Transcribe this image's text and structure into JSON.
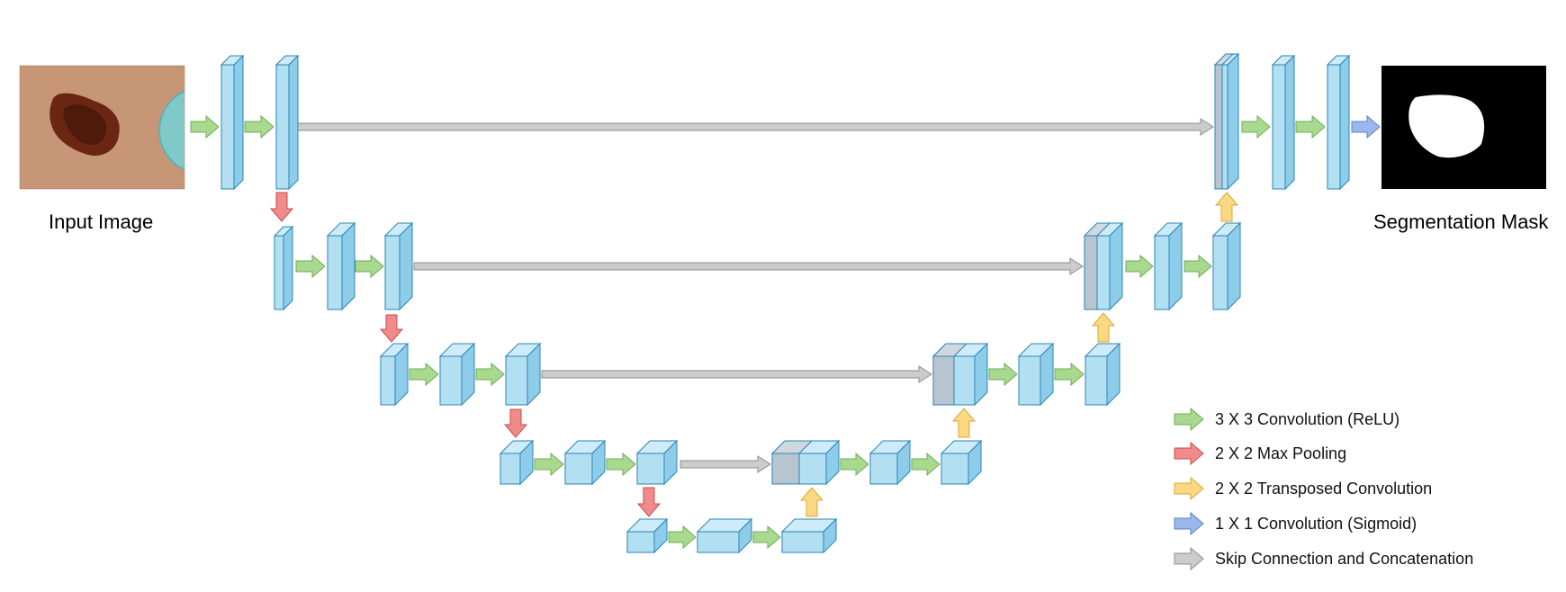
{
  "labels": {
    "input": "Input Image",
    "output": "Segmentation Mask"
  },
  "colors": {
    "block_front": "#b3dff3",
    "block_side": "#8ecde9",
    "block_top": "#cdebf8",
    "block_stroke": "#2a86b6",
    "concat_front": "#b8c5d0",
    "concat_top": "#cfd8df",
    "conv_relu": "#a9d88f",
    "max_pool": "#f08b8b",
    "transposed": "#fdd882",
    "conv_sigmoid": "#9bb8ec",
    "skip": "#cccccc",
    "skin": "#c69676",
    "lesion": "#6b2613",
    "mask_bg": "#000000",
    "mask_fg": "#ffffff"
  },
  "legend": [
    {
      "key": "conv_relu",
      "label": "3 X 3 Convolution (ReLU)"
    },
    {
      "key": "max_pool",
      "label": "2 X 2 Max Pooling"
    },
    {
      "key": "transposed",
      "label": "2 X 2 Transposed Convolution"
    },
    {
      "key": "conv_sigmoid",
      "label": "1 X 1 Convolution (Sigmoid)"
    },
    {
      "key": "skip",
      "label": "Skip Connection and Concatenation"
    }
  ]
}
